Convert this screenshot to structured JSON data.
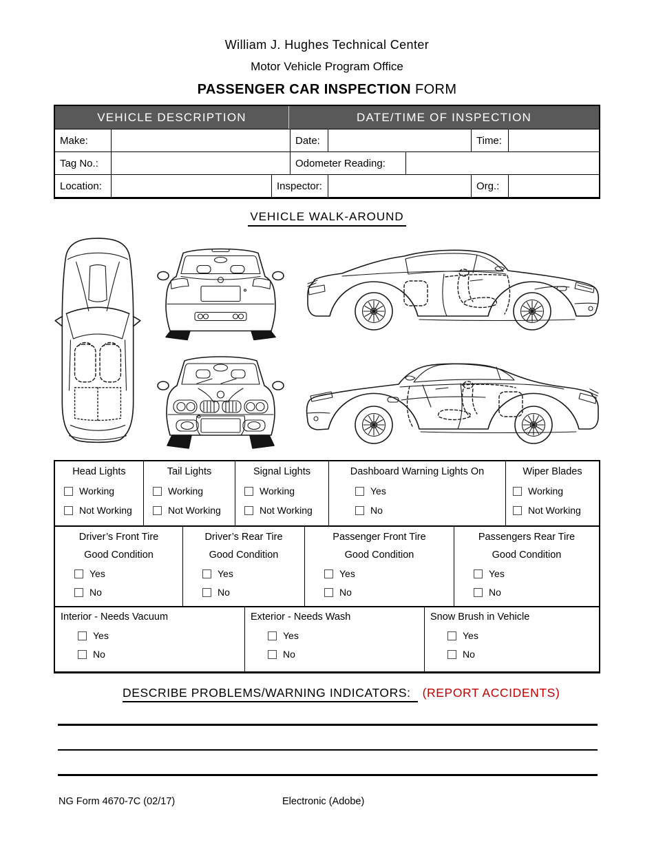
{
  "header": {
    "line1": "William J. Hughes Technical Center",
    "line2": "Motor Vehicle Program Office",
    "title_strong": "PASSENGER CAR INSPECTION",
    "title_rest": "FORM"
  },
  "info": {
    "section_vehicle": "VEHICLE DESCRIPTION",
    "section_datetime": "DATE/TIME OF INSPECTION",
    "labels": {
      "make": "Make:",
      "date": "Date:",
      "time": "Time:",
      "tag": "Tag No.:",
      "odometer": "Odometer Reading:",
      "location": "Location:",
      "inspector": "Inspector:",
      "org": "Org.:"
    },
    "values": {
      "make": "",
      "date": "",
      "time": "",
      "tag": "",
      "odometer": "",
      "location": "",
      "inspector": "",
      "org": ""
    }
  },
  "walkaround": {
    "title": "VEHICLE WALK-AROUND",
    "views": [
      "car-top-view",
      "car-rear-view",
      "car-side-view-passenger",
      "car-front-view",
      "car-side-view-driver"
    ]
  },
  "checklist": {
    "lights": [
      {
        "label": "Head Lights",
        "options": [
          "Working",
          "Not Working"
        ]
      },
      {
        "label": "Tail Lights",
        "options": [
          "Working",
          "Not Working"
        ]
      },
      {
        "label": "Signal Lights",
        "options": [
          "Working",
          "Not Working"
        ]
      },
      {
        "label": "Dashboard Warning Lights On",
        "options": [
          "Yes",
          "No"
        ]
      },
      {
        "label": "Wiper Blades",
        "options": [
          "Working",
          "Not Working"
        ]
      }
    ],
    "tires": [
      {
        "label": "Driver’s Front Tire",
        "sublabel": "Good Condition",
        "options": [
          "Yes",
          "No"
        ]
      },
      {
        "label": "Driver’s Rear Tire",
        "sublabel": "Good Condition",
        "options": [
          "Yes",
          "No"
        ]
      },
      {
        "label": "Passenger Front Tire",
        "sublabel": "Good Condition",
        "options": [
          "Yes",
          "No"
        ]
      },
      {
        "label": "Passengers Rear Tire",
        "sublabel": "Good Condition",
        "options": [
          "Yes",
          "No"
        ]
      }
    ],
    "misc": [
      {
        "label": "Interior - Needs Vacuum",
        "options": [
          "Yes",
          "No"
        ]
      },
      {
        "label": "Exterior - Needs Wash",
        "options": [
          "Yes",
          "No"
        ]
      },
      {
        "label": "Snow Brush in Vehicle",
        "options": [
          "Yes",
          "No"
        ]
      }
    ]
  },
  "problems": {
    "heading": "DESCRIBE PROBLEMS/WARNING INDICATORS:",
    "accent": "(REPORT ACCIDENTS)",
    "line_count": 3
  },
  "footer": {
    "form_id": "NG Form 4670-7C (02/17)",
    "medium": "Electronic (Adobe)"
  },
  "colors": {
    "section_header_bg": "#595959",
    "section_header_fg": "#ffffff",
    "accent_red": "#C00000",
    "border": "#000000"
  }
}
